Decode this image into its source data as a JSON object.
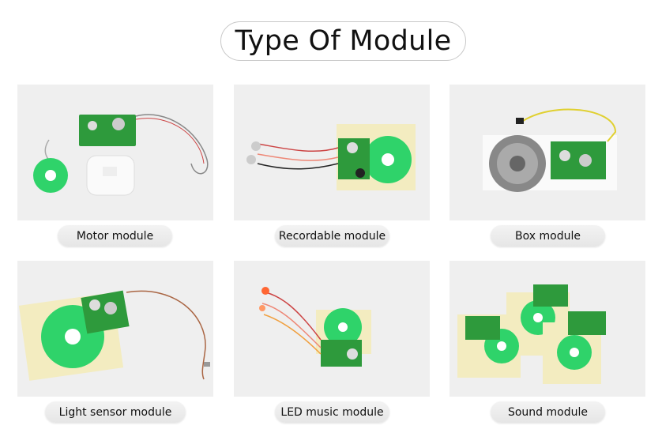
{
  "title": "Type Of Module",
  "modules": [
    {
      "label": "Motor module"
    },
    {
      "label": "Recordable module"
    },
    {
      "label": "Box module"
    },
    {
      "label": "Light sensor module"
    },
    {
      "label": "LED music module"
    },
    {
      "label": "Sound module"
    }
  ]
}
